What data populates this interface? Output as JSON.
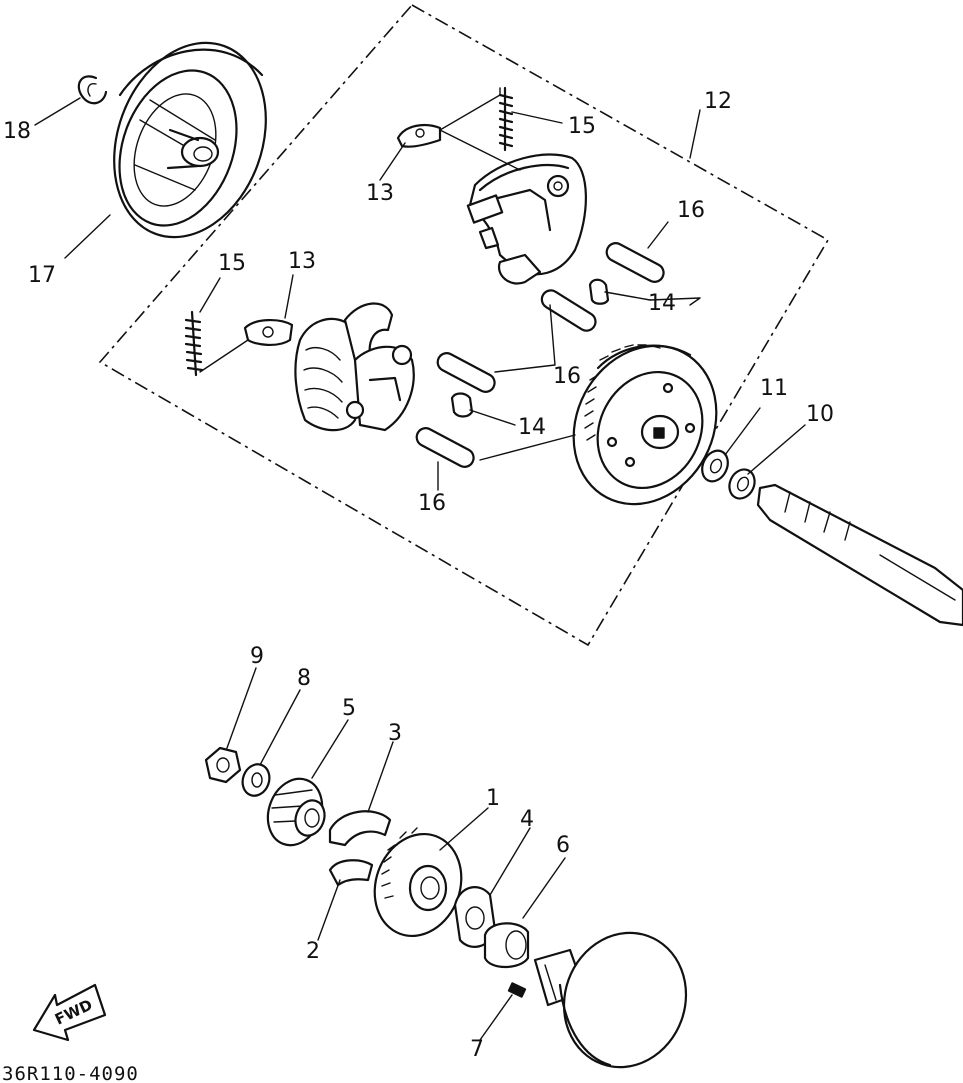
{
  "diagram_code": "36R110-4090",
  "fwd_label": "FWD",
  "callouts": {
    "c1": "1",
    "c2": "2",
    "c3": "3",
    "c4": "4",
    "c5": "5",
    "c6": "6",
    "c7": "7",
    "c8": "8",
    "c9": "9",
    "c10": "10",
    "c11": "11",
    "c12": "12",
    "c13a": "13",
    "c13b": "13",
    "c14a": "14",
    "c14b": "14",
    "c15a": "15",
    "c15b": "15",
    "c16a": "16",
    "c16b": "16",
    "c16c": "16",
    "c17": "17",
    "c18": "18"
  }
}
